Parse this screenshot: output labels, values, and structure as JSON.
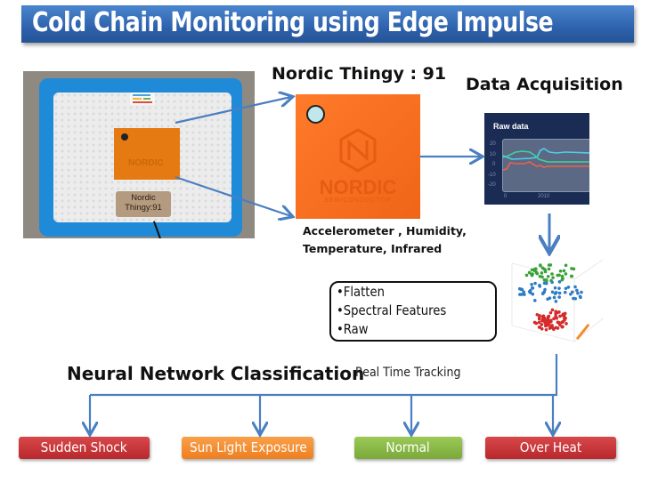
{
  "title": "Cold Chain Monitoring using Edge Impulse",
  "photo": {
    "label_line1": "Nordic",
    "label_line2": "Thingy:91",
    "embossed_text": "NORDIC"
  },
  "device": {
    "heading": "Nordic Thingy : 91",
    "embossed_brand": "NORDIC",
    "embossed_sub": "SEMICONDUCTOR",
    "sensors_line1": "Accelerometer , Humidity,",
    "sensors_line2": "Temperature, Infrared"
  },
  "data_acquisition": {
    "heading": "Data Acquisition",
    "chart_title": "Raw data",
    "y_ticks": [
      "20",
      "10",
      "0",
      "-10",
      "-20"
    ],
    "x_ticks": [
      "0",
      "2010"
    ],
    "series_colors": [
      "#4fd0e8",
      "#3fd39a",
      "#f0604a"
    ]
  },
  "features": {
    "items": [
      "•Flatten",
      "•Spectral Features",
      "•Raw"
    ]
  },
  "scatter": {
    "cluster_colors": [
      "#3aa13a",
      "#2f7bc4",
      "#d42a2a",
      "#f08a24"
    ]
  },
  "classification": {
    "heading": "Neural Network Classification",
    "subheading": "Real Time Tracking",
    "classes": [
      {
        "label": "Sudden Shock",
        "color": "#c8373a"
      },
      {
        "label": "Sun Light Exposure",
        "color": "#f28e2f"
      },
      {
        "label": "Normal",
        "color": "#88b547"
      },
      {
        "label": "Over Heat",
        "color": "#c8373a"
      }
    ]
  },
  "colors": {
    "title_bar": "#2e62ac",
    "arrow": "#4a7fc1"
  }
}
